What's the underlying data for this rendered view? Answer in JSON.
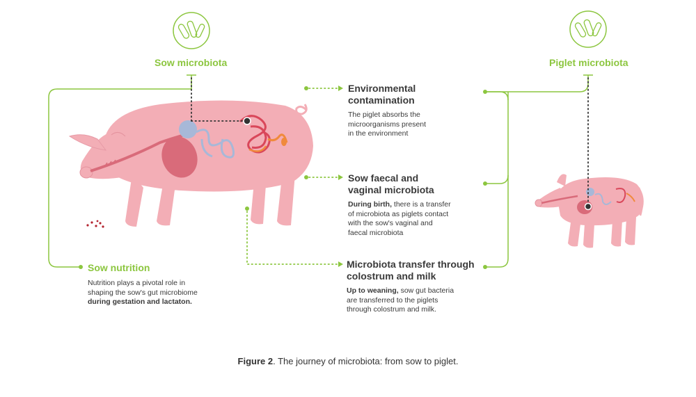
{
  "sow_microbiota": {
    "label": "Sow microbiota"
  },
  "piglet_microbiota": {
    "label": "Piglet microbiota"
  },
  "environmental": {
    "heading_line1": "Environmental",
    "heading_line2": "contamination",
    "desc_line1": "The piglet absorbs the",
    "desc_line2": "microorganisms present",
    "desc_line3": "in the environment"
  },
  "faecal": {
    "heading_line1": "Sow faecal and",
    "heading_line2": "vaginal microbiota",
    "desc_bold": "During birth,",
    "desc_line1_rest": " there is a transfer",
    "desc_line2": "of microbiota as piglets contact",
    "desc_line3": "with the sow's vaginal and",
    "desc_line4": "faecal microbiota"
  },
  "colostrum": {
    "heading_line1": "Microbiota transfer through",
    "heading_line2": "colostrum and milk",
    "desc_bold": "Up to weaning,",
    "desc_line1_rest": " sow gut bacteria",
    "desc_line2": "are transferred to the piglets",
    "desc_line3": "through colostrum and milk."
  },
  "nutrition": {
    "heading": "Sow nutrition",
    "desc_line1": "Nutrition plays a pivotal role in",
    "desc_line2": "shaping the sow's gut microbiome",
    "desc_bold": "during gestation and lactaton."
  },
  "caption": {
    "figure": "Figure 2",
    "text": ". The journey of microbiota: from sow to piglet."
  },
  "colors": {
    "green": "#8cc63f",
    "pig": "#f3aeb6",
    "pig_dark": "#d96b7a",
    "organ_blue": "#a7b8d8",
    "intestine": "#d9475a",
    "orange": "#f08a3c"
  },
  "icons": [
    "bacteria-icon",
    "bacteria-icon"
  ]
}
